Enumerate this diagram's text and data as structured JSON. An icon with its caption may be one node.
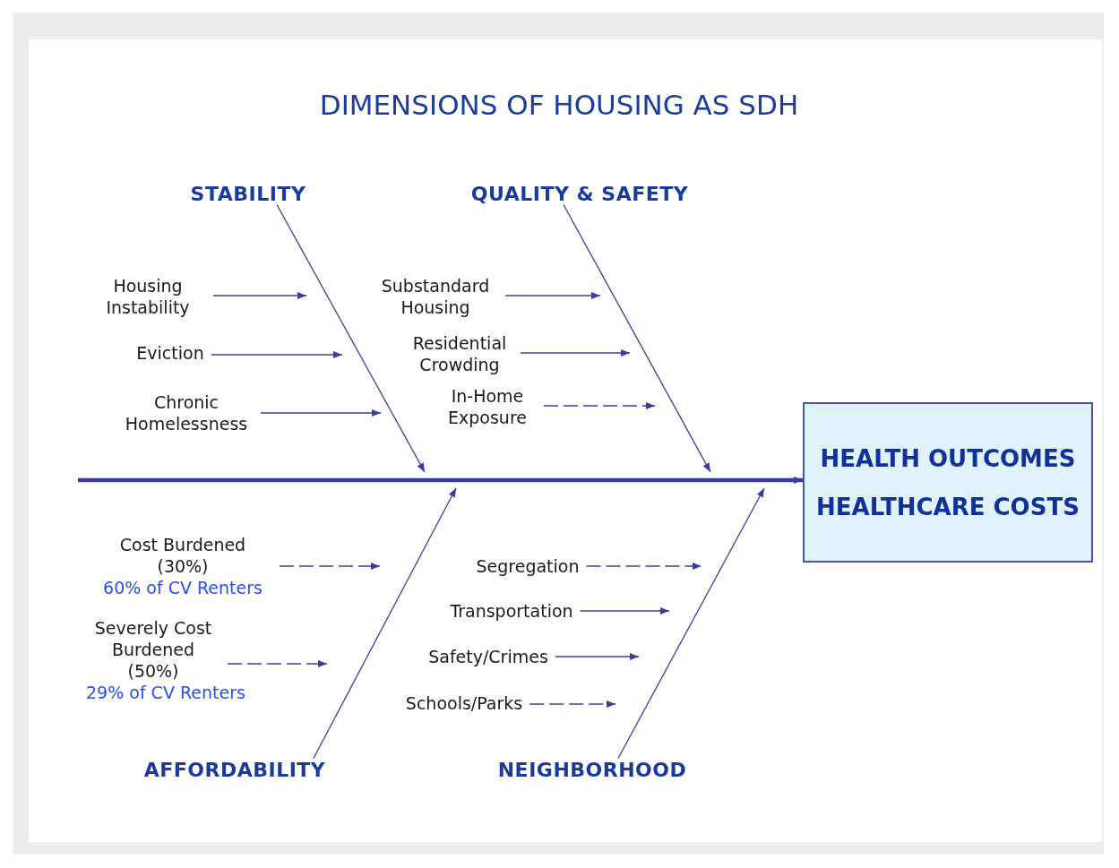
{
  "diagram": {
    "title": "DIMENSIONS OF HOUSING AS SDH",
    "nodes": [
      {
        "text": [
          "STABILITY"
        ]
      },
      {
        "text": [
          "QUALITY & SAFETY"
        ]
      },
      {
        "text": [
          "AFFORDABILITY"
        ]
      },
      {
        "text": [
          "NEIGHBORHOOD"
        ]
      },
      {
        "text": [
          "HEALTH OUTCOMES",
          "HEALTHCARE COSTS"
        ]
      },
      {
        "text": [
          "Housing Instability"
        ]
      },
      {
        "text": [
          "Eviction"
        ]
      },
      {
        "text": [
          "Chronic Homelessness"
        ]
      },
      {
        "text": [
          "Substandard Housing"
        ]
      },
      {
        "text": [
          "Residential Crowding"
        ]
      },
      {
        "text": [
          "In-Home Exposure"
        ]
      },
      {
        "text": [
          "Cost Burdened (30%)",
          "60% of CV Renters"
        ]
      },
      {
        "text": [
          "Severely Cost Burdened (50%)",
          "29% of CV Renters"
        ]
      },
      {
        "text": [
          "Segregation"
        ]
      },
      {
        "text": [
          "Transportation"
        ]
      },
      {
        "text": [
          "Safety/Crimes"
        ]
      },
      {
        "text": [
          "Schools/Parks"
        ]
      }
    ],
    "edges": [
      {
        "from": null,
        "to": 4,
        "arrow": "to",
        "style": "thick"
      },
      {
        "from": 0,
        "to": null,
        "arrow": "to"
      },
      {
        "from": 1,
        "to": null,
        "arrow": "to"
      },
      {
        "from": 2,
        "to": null,
        "arrow": "to"
      },
      {
        "from": 3,
        "to": null,
        "arrow": "to"
      },
      {
        "from": 5,
        "to": null,
        "arrow": "to"
      },
      {
        "from": 6,
        "to": null,
        "arrow": "to"
      },
      {
        "from": 7,
        "to": null,
        "arrow": "to"
      },
      {
        "from": 8,
        "to": null,
        "arrow": "to"
      },
      {
        "from": 9,
        "to": null,
        "arrow": "to"
      },
      {
        "from": 10,
        "to": null,
        "arrow": "to",
        "style": "dashed"
      },
      {
        "from": 11,
        "to": null,
        "arrow": "to",
        "style": "dashed"
      },
      {
        "from": 12,
        "to": null,
        "arrow": "to",
        "style": "dashed"
      },
      {
        "from": 13,
        "to": null,
        "arrow": "to",
        "style": "dashed"
      },
      {
        "from": 14,
        "to": null,
        "arrow": "to"
      },
      {
        "from": 15,
        "to": null,
        "arrow": "to"
      },
      {
        "from": 16,
        "to": null,
        "arrow": "to",
        "style": "dashed"
      }
    ]
  }
}
